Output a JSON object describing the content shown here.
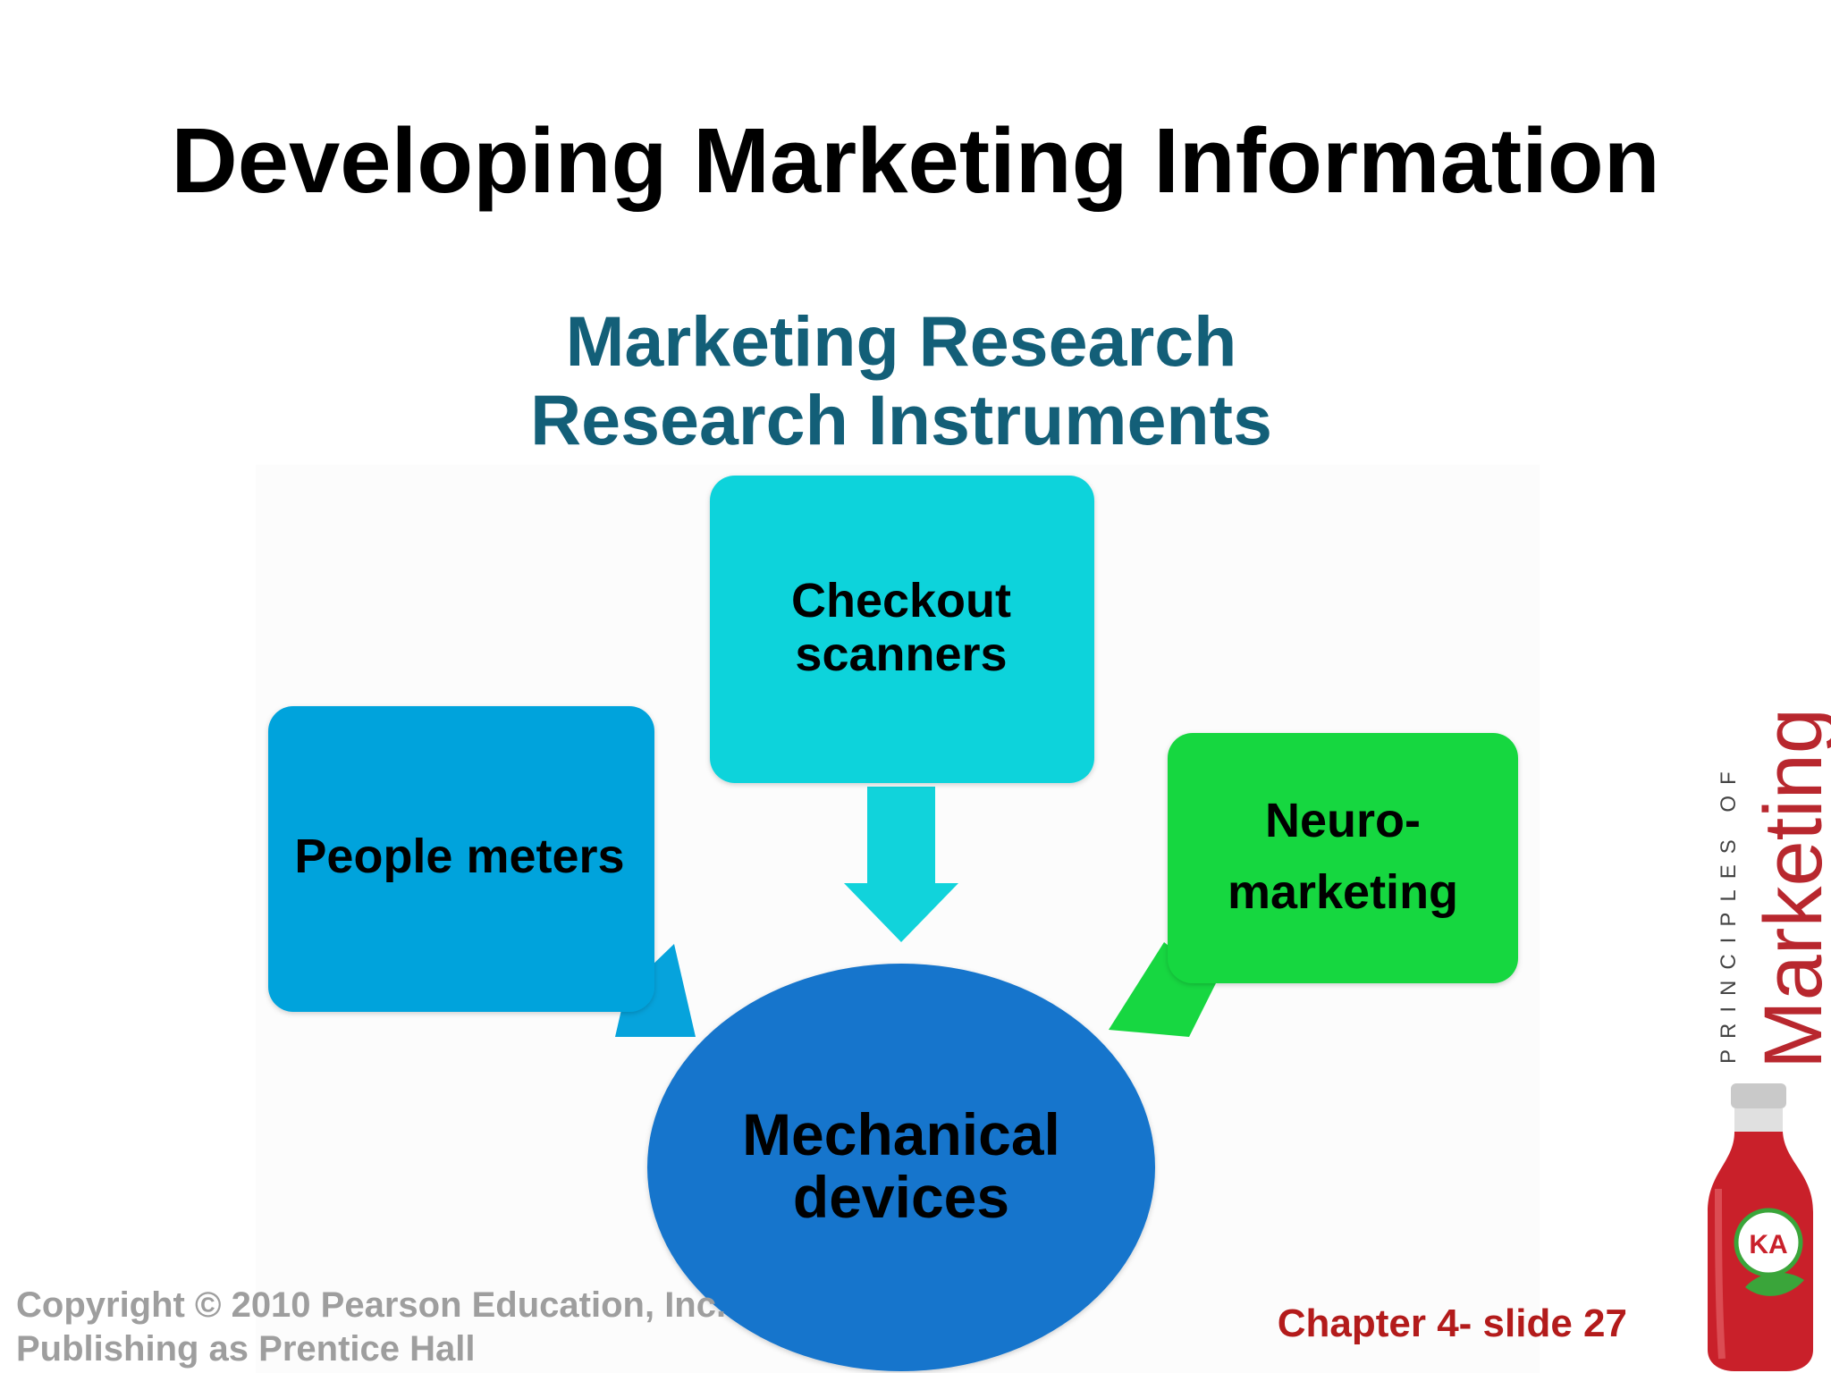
{
  "slide": {
    "title": "Developing Marketing Information",
    "subtitle_line1": "Marketing Research",
    "subtitle_line2": "Research Instruments"
  },
  "diagram": {
    "nodes": {
      "top": {
        "line1": "Checkout",
        "line2": "scanners",
        "color": "#11d3db"
      },
      "left": {
        "line1": "People meters",
        "color": "#06a3dc"
      },
      "right": {
        "line1": "Neuro-",
        "line2": "marketing",
        "color": "#17d741"
      },
      "center": {
        "line1": "Mechanical",
        "line2": "devices",
        "color": "#1574cc"
      }
    }
  },
  "footer": {
    "line1": "Copyright © 2010 Pearson Education, Inc.",
    "line2": "Publishing as Prentice Hall"
  },
  "slide_number": "Chapter 4- slide 27",
  "logo": {
    "pre": "PRINCIPLES OF",
    "word": "Marketing",
    "badge": "KA"
  }
}
